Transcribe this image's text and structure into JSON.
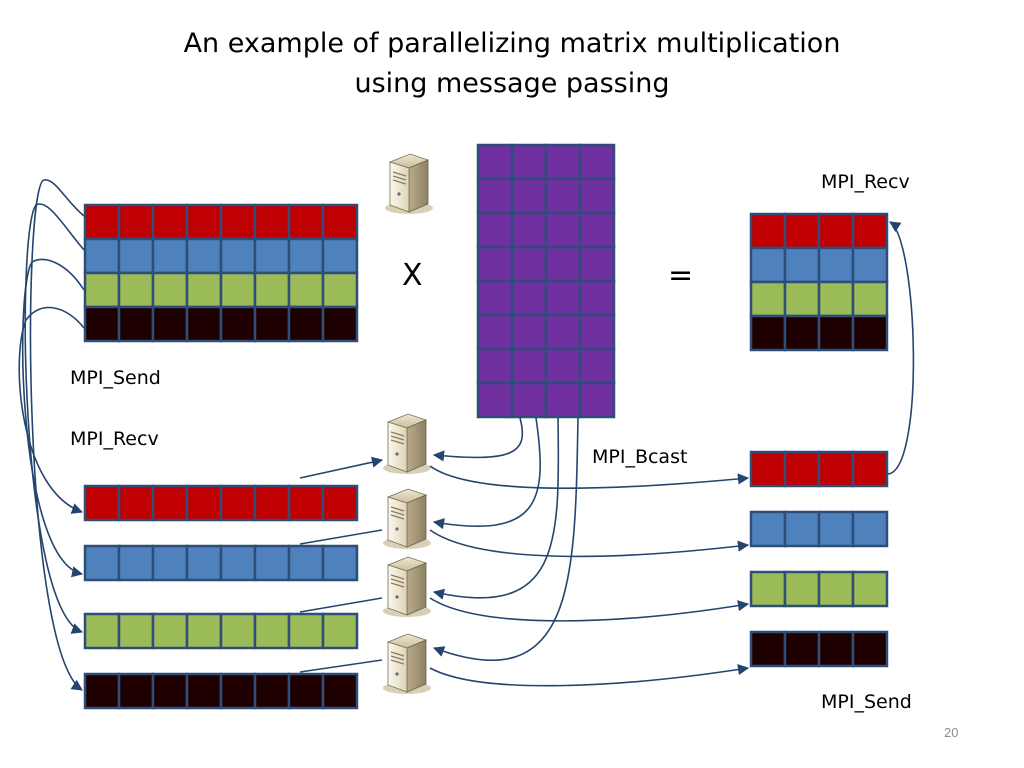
{
  "title": {
    "line1": "An example of parallelizing matrix multiplication",
    "line2": "using message passing"
  },
  "operators": {
    "times": "X",
    "equals": "="
  },
  "labels": {
    "left_send": "MPI_Send",
    "left_recv": "MPI_Recv",
    "bcast": "MPI_Bcast",
    "right_recv": "MPI_Recv",
    "right_send": "MPI_Send"
  },
  "page_number": "20",
  "colors": {
    "row_red": "#c00000",
    "row_blue": "#4f81bd",
    "row_green": "#9bbb59",
    "row_black": "#1f0000",
    "matrix_purple": "#7030a0",
    "grid_stroke": "#2e4d78",
    "arrow": "#24456e"
  },
  "icons": {
    "worker_process": "server-tower-icon"
  }
}
